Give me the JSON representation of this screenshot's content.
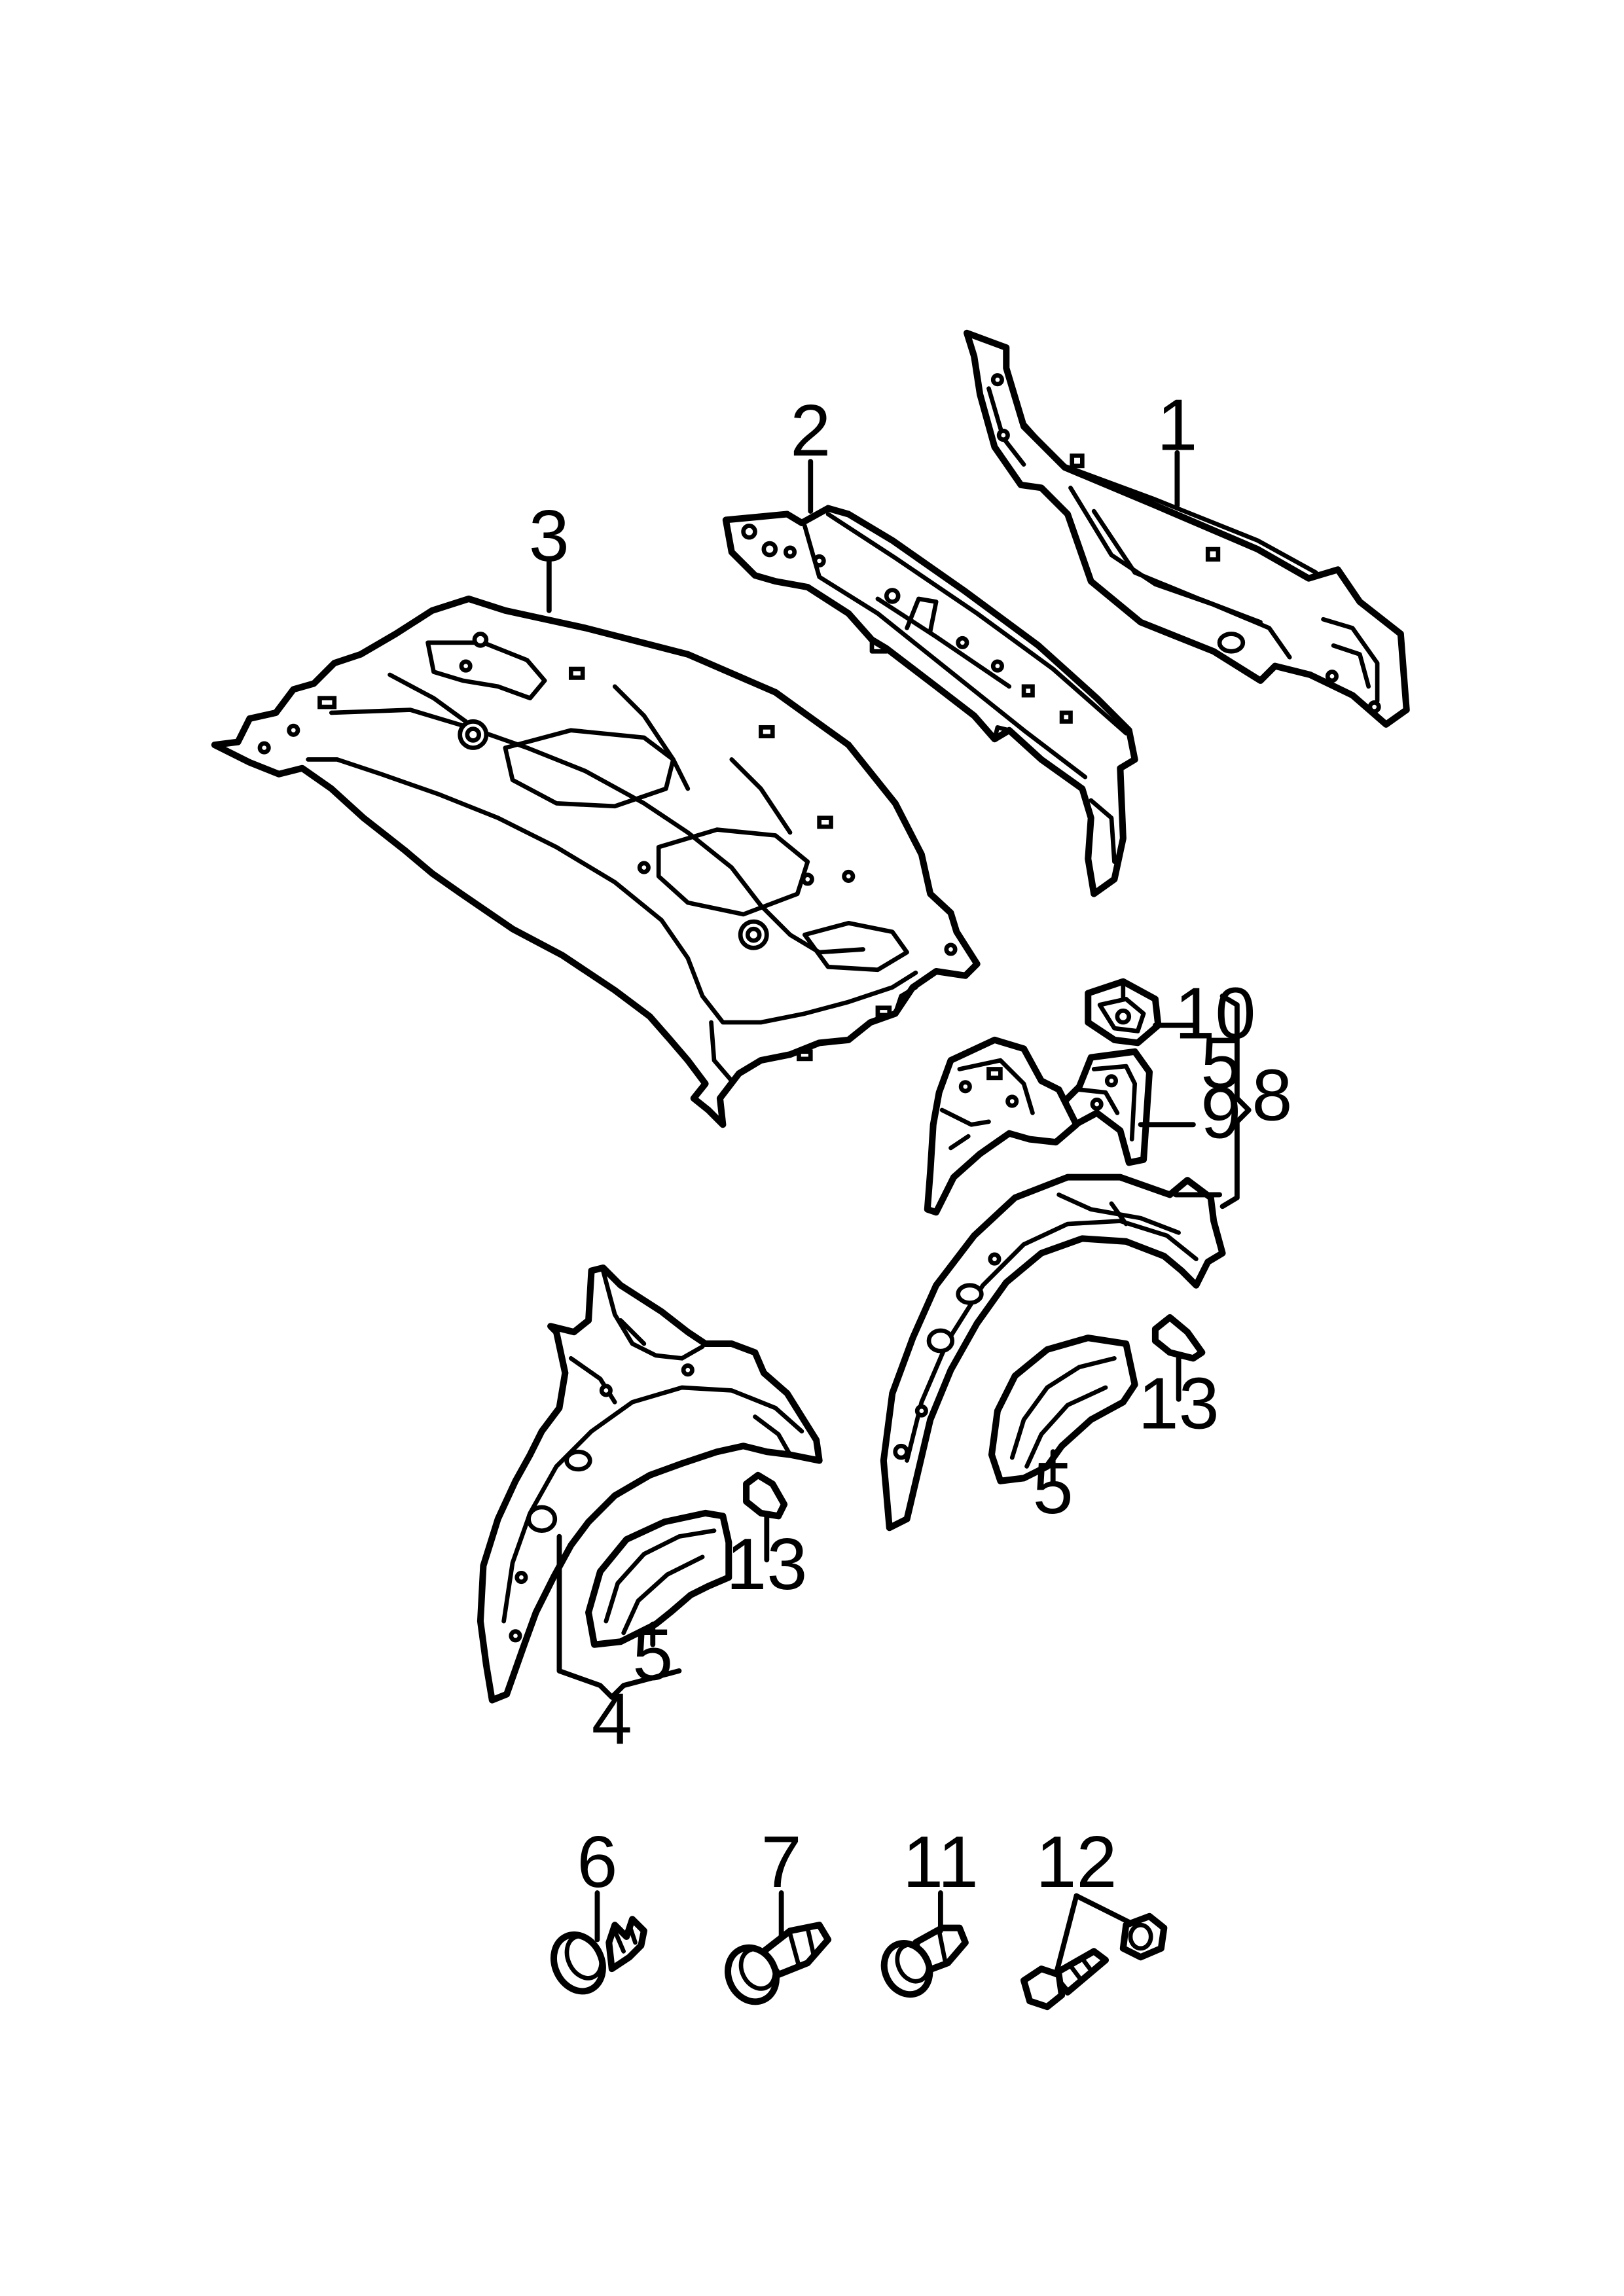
{
  "diagram": {
    "colors": {
      "line": "#000000",
      "background": "#ffffff"
    },
    "parts": [
      {
        "id": "rear-panel",
        "callout": "1"
      },
      {
        "id": "rear-cross-member",
        "callout": "2"
      },
      {
        "id": "rear-shelf-panel",
        "callout": "3"
      },
      {
        "id": "left-wheel-housing-assembly",
        "callout": "4"
      },
      {
        "id": "wheel-housing-liner",
        "callout": "5"
      },
      {
        "id": "wheel-housing-liner-left",
        "callout": "5"
      },
      {
        "id": "wheel-housing-liner-right",
        "callout": "5"
      },
      {
        "id": "self-tapping-screw",
        "callout": "6"
      },
      {
        "id": "expanding-rivet",
        "callout": "7"
      },
      {
        "id": "right-wheel-housing-assembly",
        "callout": "8"
      },
      {
        "id": "reinforcement-bracket",
        "callout": "9"
      },
      {
        "id": "mounting-bracket",
        "callout": "10"
      },
      {
        "id": "expanding-clip",
        "callout": "11"
      },
      {
        "id": "bolt-and-nut",
        "callout": "12"
      },
      {
        "id": "sealing-cap-right",
        "callout": "13"
      },
      {
        "id": "sealing-cap-left",
        "callout": "13"
      }
    ]
  }
}
